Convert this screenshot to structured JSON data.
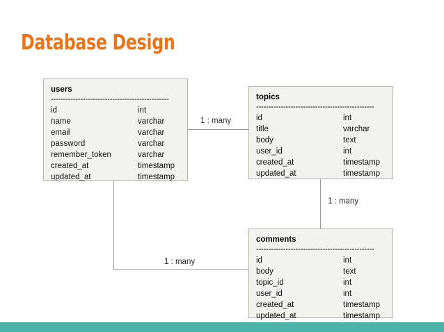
{
  "slide": {
    "title": "Database Design",
    "title_color": "#e8751a",
    "background_color": "#ffffff",
    "footer_bar_color": "#4cb3a9",
    "entity_fill_color": "#f2f2f0",
    "entity_border_color": "#b4b4ae",
    "connector_color": "#9a9a96"
  },
  "entities": [
    {
      "name": "users",
      "separator": "------------------------------------------------",
      "fields": [
        {
          "name": "id",
          "type": "int"
        },
        {
          "name": "name",
          "type": "varchar"
        },
        {
          "name": "email",
          "type": "varchar"
        },
        {
          "name": "password",
          "type": "varchar"
        },
        {
          "name": "remember_token",
          "type": "varchar"
        },
        {
          "name": "created_at",
          "type": "timestamp"
        },
        {
          "name": "updated_at",
          "type": "timestamp"
        }
      ]
    },
    {
      "name": "topics",
      "separator": "------------------------------------------------",
      "fields": [
        {
          "name": "id",
          "type": "int"
        },
        {
          "name": "title",
          "type": "varchar"
        },
        {
          "name": "body",
          "type": "text"
        },
        {
          "name": "user_id",
          "type": "int"
        },
        {
          "name": "created_at",
          "type": "timestamp"
        },
        {
          "name": "updated_at",
          "type": "timestamp"
        }
      ]
    },
    {
      "name": "comments",
      "separator": "------------------------------------------------",
      "fields": [
        {
          "name": "id",
          "type": "int"
        },
        {
          "name": "body",
          "type": "text"
        },
        {
          "name": "topic_id",
          "type": "int"
        },
        {
          "name": "user_id",
          "type": "int"
        },
        {
          "name": "created_at",
          "type": "timestamp"
        },
        {
          "name": "updated_at",
          "type": "timestamp"
        }
      ]
    }
  ],
  "relationships": [
    {
      "label": "1 : many",
      "from": "users",
      "to": "topics"
    },
    {
      "label": "1 : many",
      "from": "topics",
      "to": "comments"
    },
    {
      "label": "1 : many",
      "from": "users",
      "to": "comments"
    }
  ]
}
